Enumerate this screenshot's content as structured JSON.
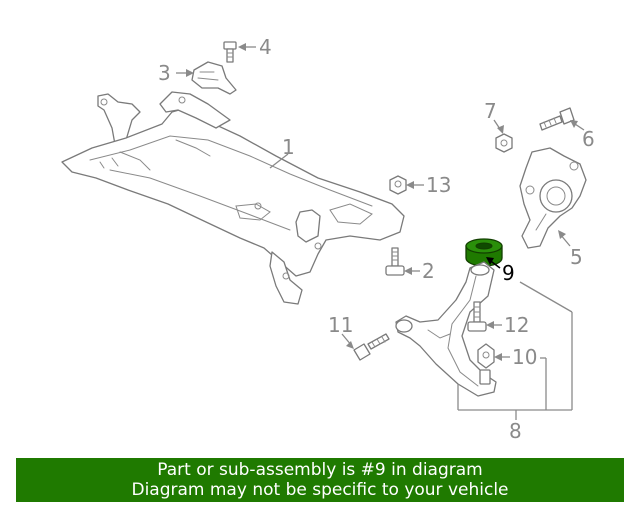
{
  "diagram": {
    "callouts": [
      "1",
      "2",
      "3",
      "4",
      "5",
      "6",
      "7",
      "8",
      "9",
      "10",
      "11",
      "12",
      "13"
    ],
    "highlighted_part": "9",
    "highlight_color": "#1f7a00",
    "line_color": "#7a7a7a"
  },
  "banner": {
    "line1": "Part or sub-assembly is #9 in diagram",
    "line2": "Diagram may not be specific to your vehicle",
    "background": "#1f7a00"
  }
}
